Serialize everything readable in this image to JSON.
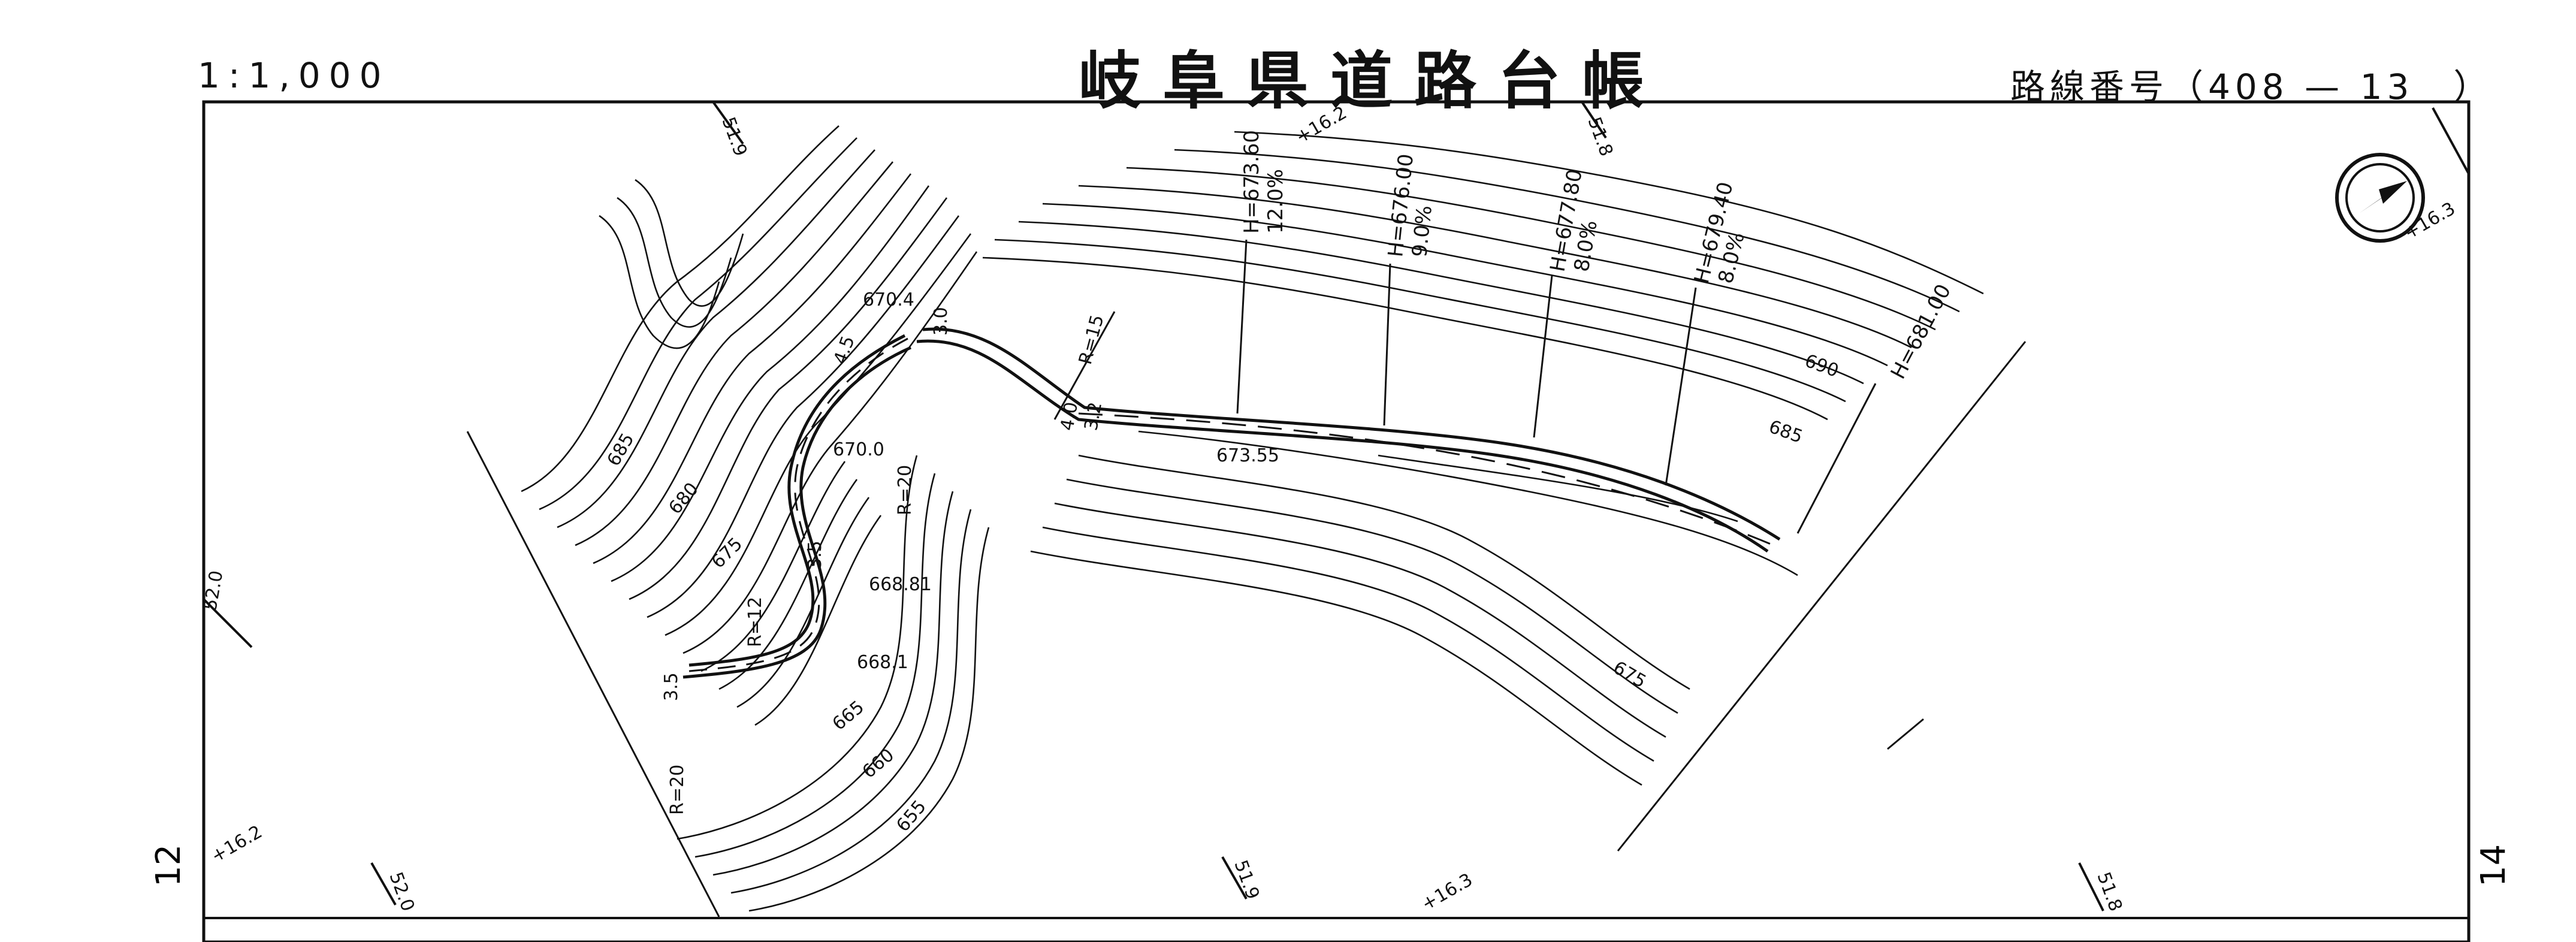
{
  "header": {
    "scale": "1:1,000",
    "title": "岐阜県道路台帳",
    "route_label": "路線番号（408 — 13　）"
  },
  "margin_labels": {
    "left_sheet": "12",
    "right_sheet": "14",
    "grid": [
      "51.9",
      "+16.2",
      "51.8",
      "+16.3",
      "52.0",
      "+16.2",
      "52.0",
      "51.9",
      "+16.3",
      "51.8"
    ]
  },
  "road_labels": {
    "grades": [
      {
        "h": "H=673.60",
        "pct": "12.0%"
      },
      {
        "h": "H=676.00",
        "pct": "9.0%"
      },
      {
        "h": "H=677.80",
        "pct": "8.0%"
      },
      {
        "h": "H=679.40",
        "pct": "8.0%"
      },
      {
        "h": "H=681.00",
        "pct": ""
      }
    ],
    "elevations": [
      "670.4",
      "670.0",
      "668.81",
      "668.1",
      "673.55"
    ],
    "radii": [
      "R=15",
      "R=20",
      "R=12",
      "R=20"
    ],
    "widths": [
      "3.0",
      "4.5",
      "3.5",
      "4.0",
      "3.2",
      "3.5"
    ],
    "contours": [
      "685",
      "680",
      "675",
      "665",
      "660",
      "655",
      "690",
      "685",
      "675"
    ]
  },
  "north_arrow": "north-arrow-icon"
}
